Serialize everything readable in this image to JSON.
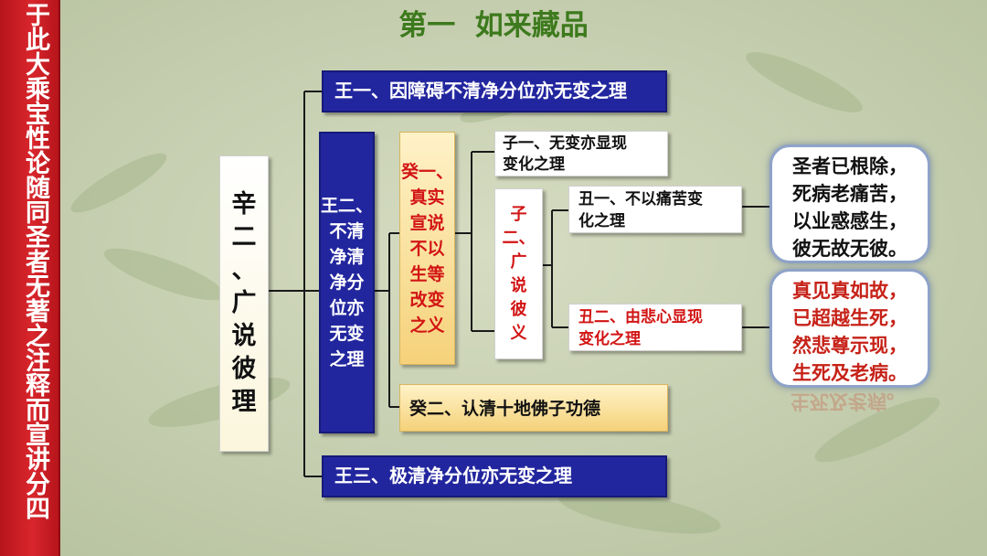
{
  "sidebar": {
    "text": "于此大乘宝性论随同圣者无著之注释而宣讲分四"
  },
  "title": "第一  如来藏品",
  "colors": {
    "blue": "#22269e",
    "red": "#d21414",
    "title_green": "#3d7a1d",
    "sidebar_red": "#c81e24",
    "gold": "#f5d27a"
  },
  "nodes": {
    "xin2": {
      "lines": [
        "辛二",
        "、",
        "广",
        "说",
        "彼",
        "理"
      ]
    },
    "ren1": {
      "label": "王一、因障碍不清净分位亦无变之理"
    },
    "ren2": {
      "lines": [
        "王二、",
        "不清",
        "净清",
        "净分",
        "位亦",
        "无变",
        "之理"
      ]
    },
    "ren3": {
      "label": "王三、极清净分位亦无变之理"
    },
    "gui1": {
      "lines": [
        "癸一、",
        "真实",
        "宣说",
        "不以",
        "生等",
        "改变",
        "之义"
      ]
    },
    "gui2": {
      "label": "癸二、认清十地佛子功德"
    },
    "zi1": {
      "lines": [
        "子一、无变亦显现",
        "变化之理"
      ]
    },
    "zi2": {
      "lines": [
        "子",
        "二、",
        "广",
        "说",
        "彼",
        "义"
      ]
    },
    "chou1": {
      "lines": [
        "丑一、不以痛苦变",
        "化之理"
      ]
    },
    "chou2": {
      "lines": [
        "丑二、由悲心显现",
        "变化之理"
      ]
    }
  },
  "bubbles": {
    "b1": {
      "lines": [
        "圣者已根除，",
        "死病老痛苦，",
        "以业惑感生，",
        "彼无故无彼。"
      ]
    },
    "b2": {
      "lines": [
        "真见真如故，",
        "已超越生死，",
        "然悲尊示现，",
        "生死及老病。"
      ]
    }
  },
  "reflection": {
    "text": "生死及老病。"
  }
}
